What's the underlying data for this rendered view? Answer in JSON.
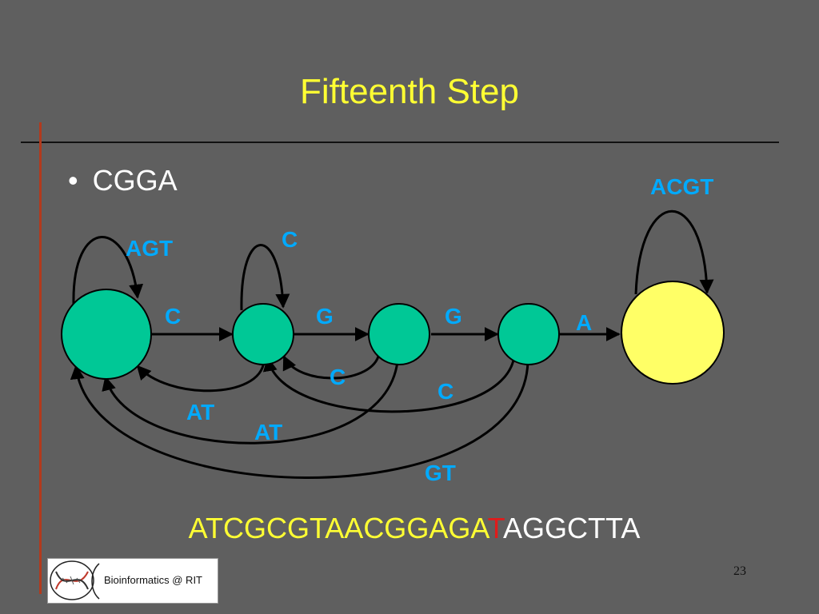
{
  "slide": {
    "title": "Fifteenth Step",
    "bullet": "CGGA",
    "page_number": "23"
  },
  "sequence": {
    "before": "ATCGCGTAACGGAGA",
    "highlight": "T",
    "after": "AGGCTTA",
    "highlight_color": "#e01b1b",
    "text_color": "#ffff33"
  },
  "logo": {
    "text": "Bioinformatics @ RIT"
  },
  "diagram": {
    "node_color": "#00c896",
    "accept_color": "#ffff66",
    "label_color": "#00aaff",
    "labels": {
      "self_loop_1": "AGT",
      "self_loop_2": "C",
      "self_loop_5": "ACGT",
      "edge_1_2": "C",
      "edge_2_3": "G",
      "edge_3_4": "G",
      "edge_4_5": "A",
      "back_2_1": "AT",
      "back_3_2": "C",
      "back_3_1": "AT",
      "back_4_2": "C",
      "back_4_1": "GT"
    }
  }
}
